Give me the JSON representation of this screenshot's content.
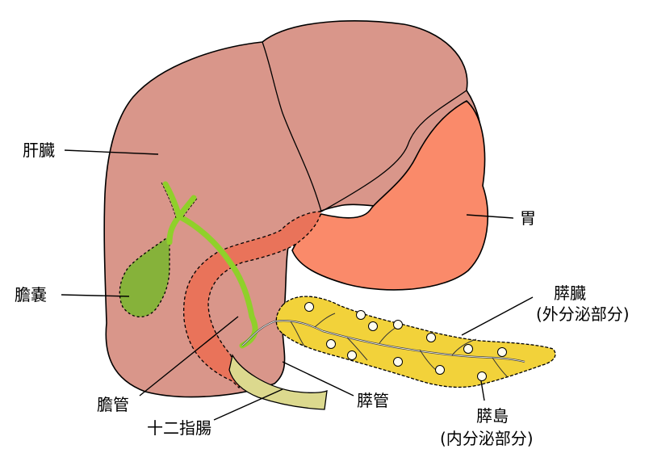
{
  "diagram": {
    "labels": {
      "liver": "肝臓",
      "gallbladder": "膽嚢",
      "bile_duct": "膽管",
      "duodenum": "十二指腸",
      "stomach": "胃",
      "pancreatic_duct": "膵管",
      "pancreas": "膵臓",
      "pancreas_sub": "(外分泌部分)",
      "islets": "膵島",
      "islets_sub": "(内分泌部分)"
    },
    "colors": {
      "liver": "#d9968a",
      "stomach": "#fa8a6a",
      "duodenum": "#e9735a",
      "gallbladder": "#86b23a",
      "bile_duct": "#8fd02a",
      "pancreas": "#f2d23a",
      "duodenum_lower": "#dcd98e"
    }
  }
}
